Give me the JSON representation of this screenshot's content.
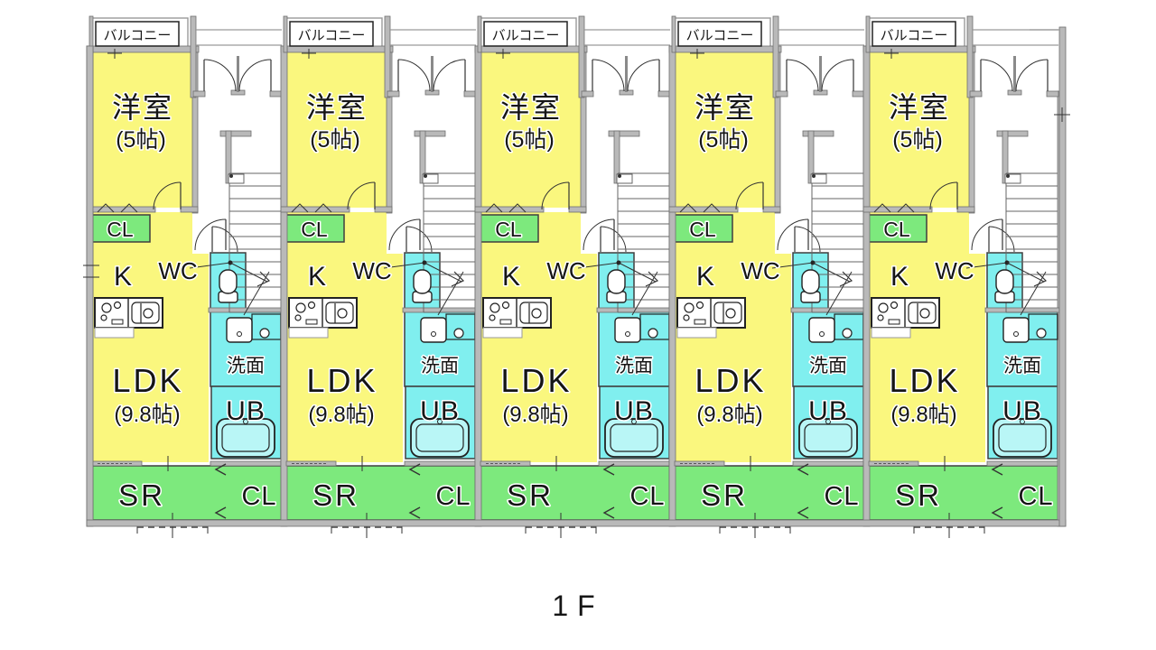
{
  "floor_label": "1F",
  "colors": {
    "room_yellow": "#FAF77E",
    "closet_green": "#7DE97D",
    "wet_cyan": "#80EFEF",
    "wall_gray": "#B9B9B9",
    "wall_edge": "#6F6F6F",
    "line_dark": "#333333",
    "fixture_white": "#FFFFFF"
  },
  "icons": {
    "toilet": "toilet-icon",
    "bathtub": "bathtub-icon",
    "stove": "stove-icon",
    "kitchen_sink": "kitchen-sink-icon",
    "washbasin": "washbasin-icon",
    "washing_machine": "washing-machine-icon",
    "stairs": "stairs-up-arrow-icon",
    "door": "door-swing-arc-icon"
  },
  "units": [
    {
      "balcony": "バルコニー",
      "western_room": "洋室",
      "western_room_size": "(5帖)",
      "closet_upper": "CL",
      "kitchen": "K",
      "toilet": "WC",
      "washroom": "洗面",
      "ldk": "LDK",
      "ldk_size": "(9.8帖)",
      "unit_bath": "UB",
      "service_room": "SR",
      "closet_lower": "CL"
    },
    {
      "balcony": "バルコニー",
      "western_room": "洋室",
      "western_room_size": "(5帖)",
      "closet_upper": "CL",
      "kitchen": "K",
      "toilet": "WC",
      "washroom": "洗面",
      "ldk": "LDK",
      "ldk_size": "(9.8帖)",
      "unit_bath": "UB",
      "service_room": "SR",
      "closet_lower": "CL"
    },
    {
      "balcony": "バルコニー",
      "western_room": "洋室",
      "western_room_size": "(5帖)",
      "closet_upper": "CL",
      "kitchen": "K",
      "toilet": "WC",
      "washroom": "洗面",
      "ldk": "LDK",
      "ldk_size": "(9.8帖)",
      "unit_bath": "UB",
      "service_room": "SR",
      "closet_lower": "CL"
    },
    {
      "balcony": "バルコニー",
      "western_room": "洋室",
      "western_room_size": "(5帖)",
      "closet_upper": "CL",
      "kitchen": "K",
      "toilet": "WC",
      "washroom": "洗面",
      "ldk": "LDK",
      "ldk_size": "(9.8帖)",
      "unit_bath": "UB",
      "service_room": "SR",
      "closet_lower": "CL"
    },
    {
      "balcony": "バルコニー",
      "western_room": "洋室",
      "western_room_size": "(5帖)",
      "closet_upper": "CL",
      "kitchen": "K",
      "toilet": "WC",
      "washroom": "洗面",
      "ldk": "LDK",
      "ldk_size": "(9.8帖)",
      "unit_bath": "UB",
      "service_room": "SR",
      "closet_lower": "CL"
    }
  ]
}
